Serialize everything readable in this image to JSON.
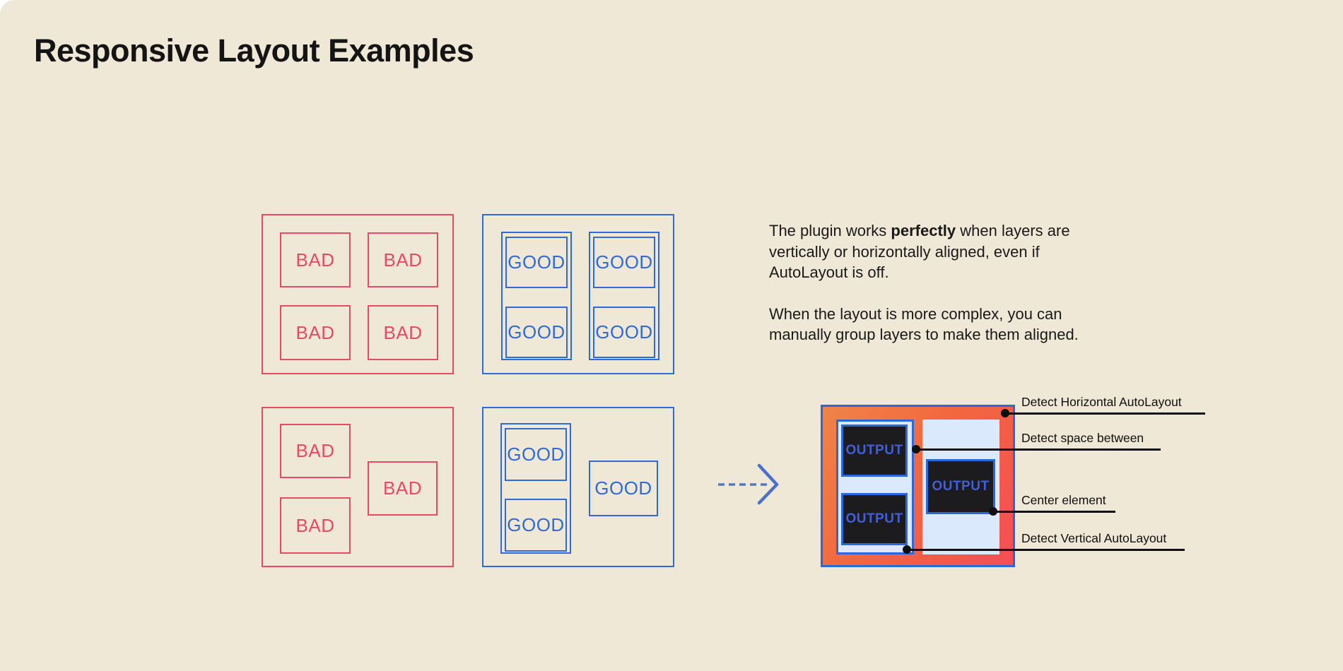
{
  "title": "Responsive Layout Examples",
  "examples": {
    "bad_grid": {
      "boxes": [
        "BAD",
        "BAD",
        "BAD",
        "BAD"
      ]
    },
    "good_grid": {
      "boxes": [
        "GOOD",
        "GOOD",
        "GOOD",
        "GOOD"
      ]
    },
    "bad_scattered": {
      "boxes": [
        "BAD",
        "BAD",
        "BAD"
      ]
    },
    "good_grouped": {
      "boxes": [
        "GOOD",
        "GOOD",
        "GOOD"
      ]
    }
  },
  "description": {
    "paragraph1": {
      "pre": "The plugin works ",
      "bold": "perfectly",
      "post": " when layers are vertically or horizontally aligned, even if AutoLayout is off."
    },
    "paragraph2": "When the layout is more complex, you can manually group layers to make them aligned."
  },
  "output_preview": {
    "boxes": [
      "OUTPUT",
      "OUTPUT",
      "OUTPUT"
    ]
  },
  "annotations": [
    {
      "label": "Detect Horizontal AutoLayout"
    },
    {
      "label": "Detect space between"
    },
    {
      "label": "Center element"
    },
    {
      "label": "Detect Vertical AutoLayout"
    }
  ],
  "colors": {
    "background": "#efe8d6",
    "bad_red": "#e84a62",
    "good_blue": "#2f6bd8",
    "gradient_orange": "#f08448",
    "gradient_red": "#f54e56",
    "pale_blue": "#daeafc",
    "dark_box": "#1c1c1e",
    "output_text_blue": "#3f5ee0",
    "annotation_black": "#0f0f0f"
  }
}
